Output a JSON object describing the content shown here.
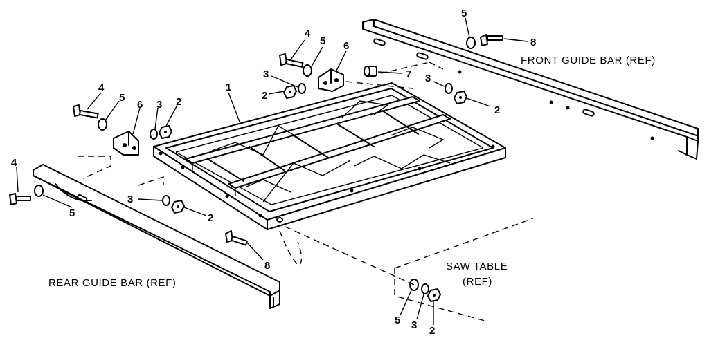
{
  "captions": {
    "front_guide_bar": "FRONT GUIDE BAR (REF)",
    "rear_guide_bar": "REAR GUIDE BAR (REF)",
    "saw_table_line1": "SAW TABLE",
    "saw_table_line2": "(REF)"
  },
  "callouts": [
    {
      "id": "c1",
      "text": "1"
    },
    {
      "id": "c2a",
      "text": "2"
    },
    {
      "id": "c2b",
      "text": "2"
    },
    {
      "id": "c2c",
      "text": "2"
    },
    {
      "id": "c2d",
      "text": "2"
    },
    {
      "id": "c2e",
      "text": "2"
    },
    {
      "id": "c3a",
      "text": "3"
    },
    {
      "id": "c3b",
      "text": "3"
    },
    {
      "id": "c3c",
      "text": "3"
    },
    {
      "id": "c3d",
      "text": "3"
    },
    {
      "id": "c3e",
      "text": "3"
    },
    {
      "id": "c4a",
      "text": "4"
    },
    {
      "id": "c4b",
      "text": "4"
    },
    {
      "id": "c4c",
      "text": "4"
    },
    {
      "id": "c5a",
      "text": "5"
    },
    {
      "id": "c5b",
      "text": "5"
    },
    {
      "id": "c5c",
      "text": "5"
    },
    {
      "id": "c5d",
      "text": "5"
    },
    {
      "id": "c5e",
      "text": "5"
    },
    {
      "id": "c6a",
      "text": "6"
    },
    {
      "id": "c6b",
      "text": "6"
    },
    {
      "id": "c7",
      "text": "7"
    },
    {
      "id": "c8a",
      "text": "8"
    },
    {
      "id": "c8b",
      "text": "8"
    }
  ]
}
